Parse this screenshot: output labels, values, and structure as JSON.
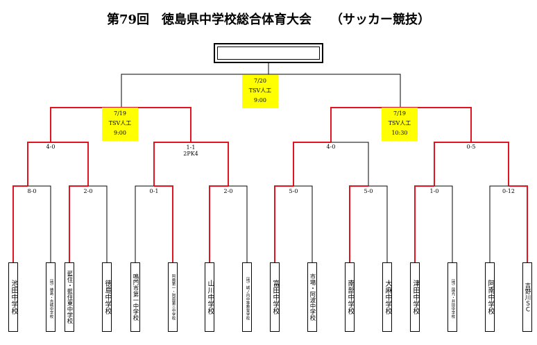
{
  "title": "第79回　徳島県中学校総合体育大会　　（サッカー競技）",
  "champion": "",
  "colors": {
    "winner_line": "#e0141e",
    "line": "#000000",
    "highlight": "#ffff00"
  },
  "final": {
    "date": "7/20",
    "venue": "TSV人工",
    "time": "9:00"
  },
  "semifinals": [
    {
      "date": "7/19",
      "venue": "TSV人工",
      "time": "9:00"
    },
    {
      "date": "7/19",
      "venue": "TSV人工",
      "time": "10:30"
    }
  ],
  "quarterfinal_scores": [
    "4-0",
    "1-1\n2PK4",
    "4-0",
    "0-5"
  ],
  "round1_scores": [
    "8-0",
    "2-0",
    "0-1",
    "2-0",
    "5-0",
    "5-0",
    "1-0",
    "0-12"
  ],
  "teams": [
    "池田中学校",
    "（地）徳島・吉城中学校",
    "藍住・藍住東中学校",
    "徳島中学校",
    "鳴門市第一中学校",
    "阿南第一・阿南第三中学校",
    "山川中学校",
    "（地）城ノ内中等教育学校",
    "富田中学校",
    "市場・阿波中学校",
    "南部中学校",
    "大麻中学校",
    "津田中学校",
    "（地）国光・井田中学校",
    "阿南中学校",
    "吉野川ＳＣ"
  ]
}
